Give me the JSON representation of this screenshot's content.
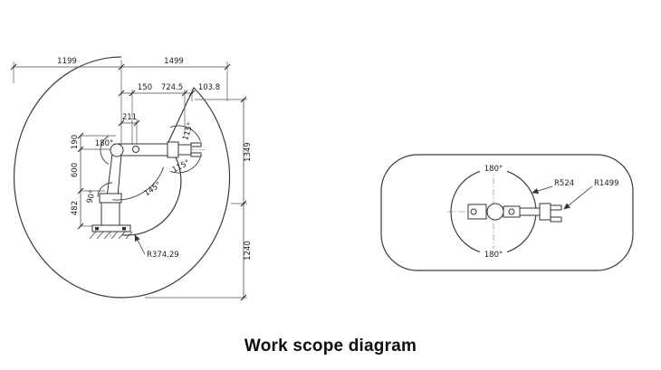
{
  "title": "Work scope diagram",
  "side_view": {
    "dim_1199": "1199",
    "dim_1499": "1499",
    "dim_150": "150",
    "dim_724_5": "724.5",
    "dim_103_8": "103.8",
    "dim_211": "211",
    "dim_1349": "1349",
    "dim_1240": "1240",
    "dim_190": "190",
    "dim_600": "600",
    "dim_482": "482",
    "angle_180": "180°",
    "angle_115_upper": "115°",
    "angle_115_lower": "115°",
    "angle_145": "145°",
    "angle_90": "90°",
    "radius_374": "R374.29"
  },
  "top_view": {
    "angle_180_top": "180°",
    "angle_180_bottom": "180°",
    "radius_524": "R524",
    "radius_1499": "R1499"
  }
}
